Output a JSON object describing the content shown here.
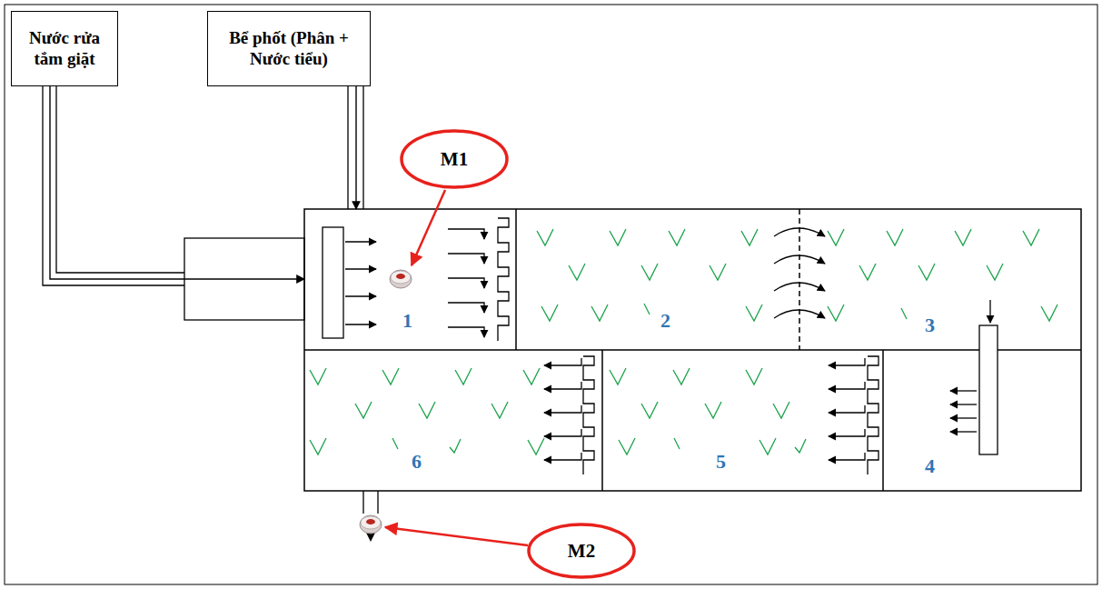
{
  "diagram": {
    "nodes": [
      {
        "text": [
          "Nước rửa tắm giặt"
        ]
      },
      {
        "text": [
          "Bể phốt (Phân + Nước tiểu)"
        ]
      },
      {
        "text": [
          "M1"
        ]
      },
      {
        "text": [
          "1"
        ]
      },
      {
        "text": [
          "2"
        ]
      },
      {
        "text": [
          "3"
        ]
      },
      {
        "text": [
          "6"
        ]
      },
      {
        "text": [
          "5"
        ]
      },
      {
        "text": [
          "4"
        ]
      },
      {
        "text": [
          "M2"
        ]
      }
    ],
    "edges": [
      {
        "from": 0,
        "to": 3,
        "arrow": "to"
      },
      {
        "from": 1,
        "to": 3,
        "arrow": "to"
      }
    ]
  }
}
